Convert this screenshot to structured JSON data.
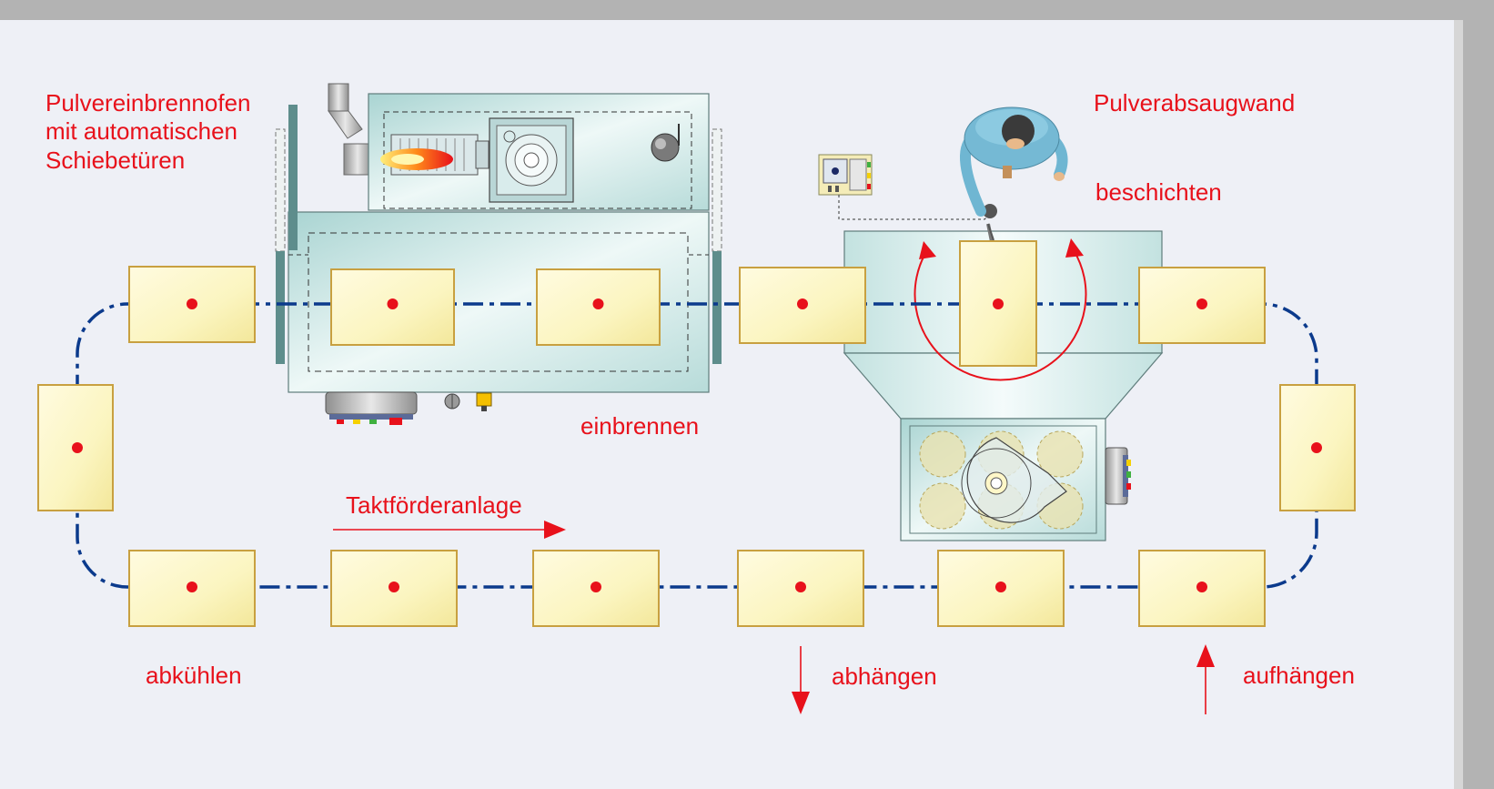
{
  "labels": {
    "oven": [
      "Pulvereinbrennofen",
      "mit automatischen",
      "Schiebetüren"
    ],
    "booth": "Pulverabsaugwand",
    "coating": "beschichten",
    "curing": "einbrennen",
    "conveyor": "Taktförderanlage",
    "cooling": "abkühlen",
    "unloading": "abhängen",
    "loading": "aufhängen"
  },
  "colors": {
    "background": "#eef0f6",
    "frame": "#b3b3b3",
    "label": "#e8111b",
    "track": "#0b3a8c",
    "carrier_fill": "#fdf8c8",
    "carrier_stroke": "#c8a040",
    "machine": "#cfe7e7"
  },
  "icons": [
    "burner-flame-icon",
    "fan-icon",
    "operator-icon",
    "control-panel-icon",
    "rotation-arrow-icon"
  ]
}
